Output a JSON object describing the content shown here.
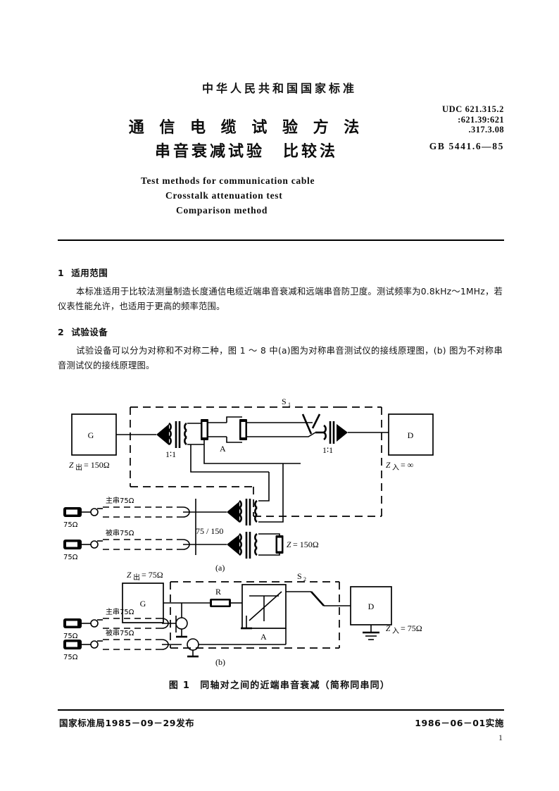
{
  "header": {
    "organization": "中华人民共和国国家标准",
    "title_line1": "通 信 电 缆 试 验 方 法",
    "title_line2": "串音衰减试验　比较法",
    "udc_line1": "UDC 621.315.2",
    "udc_line2": ":621.39:621",
    "udc_line3": ".317.3.08",
    "standard_no": "GB 5441.6—85",
    "en_title1": "Test methods for communication cable",
    "en_title2": "Crosstalk attenuation test",
    "en_title3": "Comparison method"
  },
  "sections": [
    {
      "number": "1",
      "heading": "适用范围",
      "paragraph": "本标准适用于比较法测量制造长度通信电缆近端串音衰减和远端串音防卫度。测试频率为0.8kHz～1MHz，若仪表性能允许，也适用于更高的频率范围。"
    },
    {
      "number": "2",
      "heading": "试验设备",
      "paragraph": "试验设备可以分为对称和不对称二种，图 1 ～ 8 中(a)图为对称串音测试仪的接线原理图，(b) 图为不对称串音测试仪的接线原理图。"
    }
  ],
  "figure": {
    "caption": "图 1　同轴对之间的近端串音衰减（简称同串同）",
    "sub_a": "(a)",
    "sub_b": "(b)",
    "diagram_a": {
      "switch_box_label": "S₁",
      "generator_label": "G",
      "generator_impedance": "Z出 = 150Ω",
      "detector_label": "D",
      "detector_impedance": "Z入 = ∞",
      "attenuator_label": "A",
      "transformer_ratio_1": "1∶1",
      "transformer_ratio_2": "1∶1",
      "transformer_ratio_3": "75 / 150",
      "terminating_impedance": "Z = 150Ω",
      "cable_main_label": "主串75Ω",
      "cable_disturbed_label": "被串75Ω",
      "load_main": "75Ω",
      "load_disturbed": "75Ω"
    },
    "diagram_b": {
      "switch_box_label": "S₂",
      "generator_label": "G",
      "generator_impedance": "Z出 = 75Ω",
      "detector_label": "D",
      "detector_impedance": "Z入 = 75Ω",
      "resistor_label": "R",
      "attenuator_label": "A",
      "cable_main_label": "主串75Ω",
      "cable_disturbed_label": "被串75Ω",
      "load_main": "75Ω",
      "load_disturbed": "75Ω"
    }
  },
  "footer": {
    "issued": "国家标准局1985－09－29发布",
    "effective": "1986－06－01实施",
    "page_number": "1"
  }
}
